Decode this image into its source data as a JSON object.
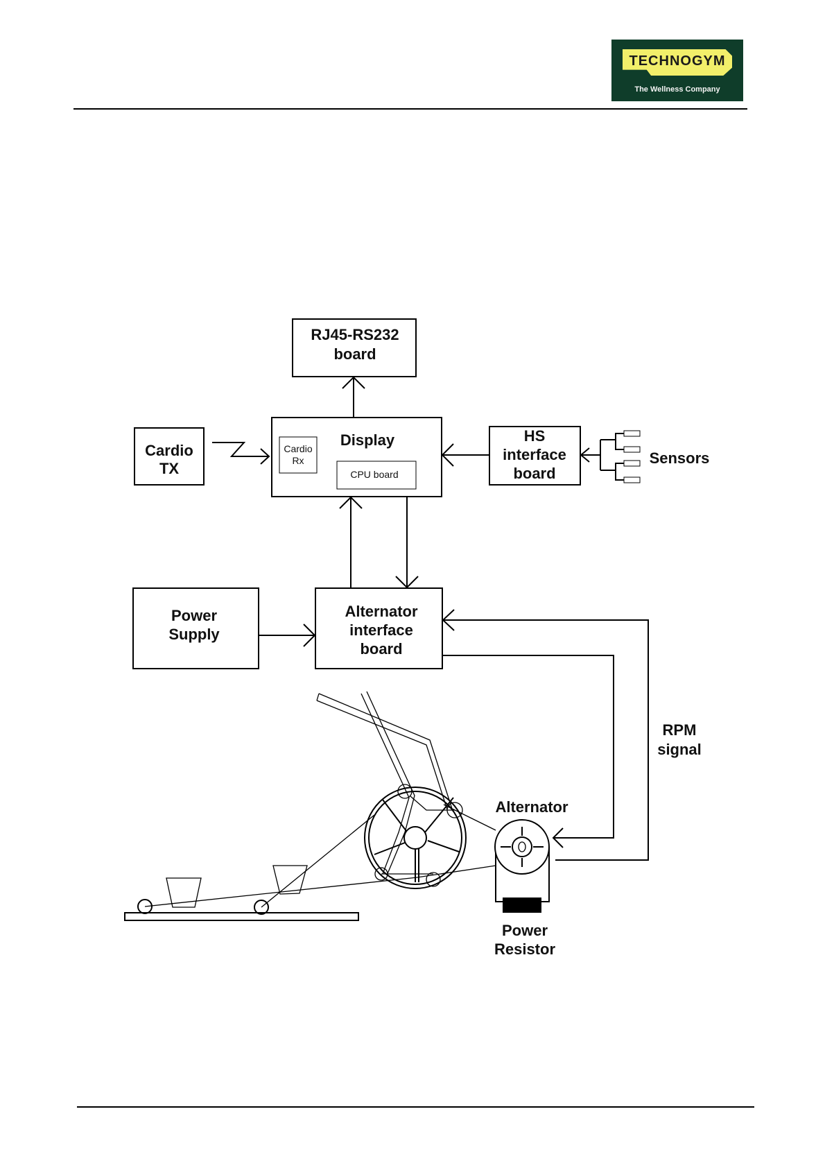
{
  "header": {
    "logo": {
      "brand": "TECHNOGYM",
      "tagline": "The Wellness Company",
      "colors": {
        "background": "#0f3d2a",
        "badge": "#f2ef6a"
      }
    }
  },
  "diagram": {
    "blocks": {
      "rj45": {
        "line1": "RJ45-RS232",
        "line2": "board"
      },
      "display": {
        "title": "Display"
      },
      "cardio_rx": {
        "line1": "Cardio",
        "line2": "Rx"
      },
      "cpu_board": {
        "label": "CPU board"
      },
      "cardio_tx": {
        "line1": "Cardio",
        "line2": "TX"
      },
      "hs_board": {
        "line1": "HS",
        "line2": "interface",
        "line3": "board"
      },
      "sensors": {
        "label": "Sensors"
      },
      "power_supply": {
        "line1": "Power",
        "line2": "Supply"
      },
      "alternator_board": {
        "line1": "Alternator",
        "line2": "interface",
        "line3": "board"
      },
      "rpm": {
        "line1": "RPM",
        "line2": "signal"
      },
      "alternator": {
        "label": "Alternator"
      },
      "power_resistor": {
        "line1": "Power",
        "line2": "Resistor"
      }
    },
    "connections": [
      {
        "from": "display",
        "to": "rj45"
      },
      {
        "from": "cardio_tx",
        "to": "cardio_rx",
        "type": "wireless"
      },
      {
        "from": "hs_board",
        "to": "display"
      },
      {
        "from": "sensors",
        "to": "hs_board"
      },
      {
        "from": "alternator_board",
        "to": "display"
      },
      {
        "from": "display",
        "to": "alternator_board"
      },
      {
        "from": "power_supply",
        "to": "alternator_board"
      },
      {
        "from": "alternator",
        "to": "alternator_board",
        "label": "RPM signal"
      },
      {
        "from": "alternator_board",
        "to": "alternator"
      }
    ]
  }
}
